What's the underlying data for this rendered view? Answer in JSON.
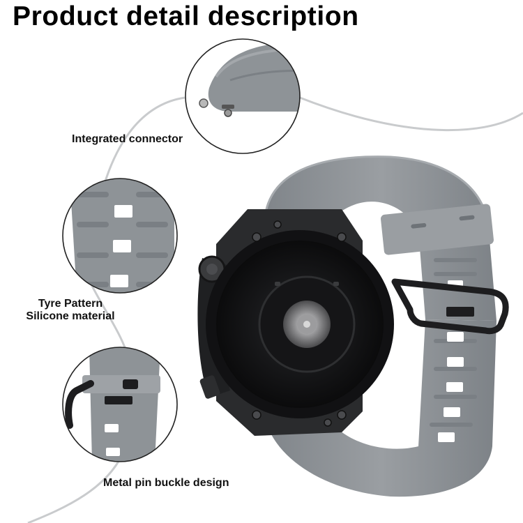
{
  "title": "Product detail description",
  "callouts": [
    {
      "id": "connector",
      "label": "Integrated connector"
    },
    {
      "id": "tyre",
      "label_line1": "Tyre Pattern",
      "label_line2": "Silicone material"
    },
    {
      "id": "buckle",
      "label": "Metal pin buckle design"
    }
  ],
  "colors": {
    "band": "#8e9397",
    "band_dark": "#767b80",
    "band_light": "#a7abaf",
    "watch_body": "#2a2b2d",
    "watch_face": "#0e0e10",
    "metal": "#1d1d1f",
    "guide_line": "#c9cbcd",
    "circle_border": "#222222"
  },
  "icons": [
    "watch-image",
    "crown-icon",
    "sensor-icon",
    "buckle-icon",
    "connector-pin-icon"
  ]
}
